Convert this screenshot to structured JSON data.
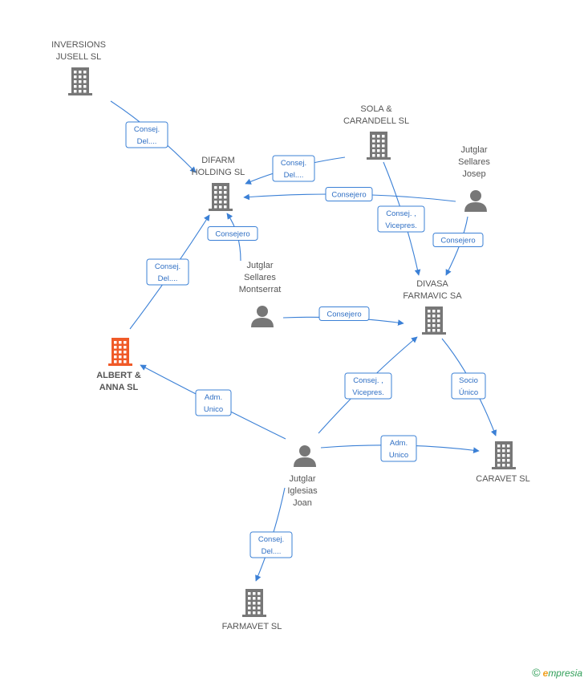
{
  "nodes": [
    {
      "id": "inversions",
      "type": "company",
      "label": [
        "INVERSIONS",
        "JUSELL SL"
      ],
      "focus": false
    },
    {
      "id": "sola",
      "type": "company",
      "label": [
        "SOLA &",
        "CARANDELL  SL"
      ],
      "focus": false
    },
    {
      "id": "difarm",
      "type": "company",
      "label": [
        "DIFARM",
        "HOLDING SL"
      ],
      "focus": false
    },
    {
      "id": "josep",
      "type": "person",
      "label": [
        "Jutglar",
        "Sellares",
        "Josep"
      ],
      "focus": false
    },
    {
      "id": "montserrat",
      "type": "person",
      "label": [
        "Jutglar",
        "Sellares",
        "Montserrat"
      ],
      "focus": false
    },
    {
      "id": "divasa",
      "type": "company",
      "label": [
        "DIVASA",
        "FARMAVIC SA"
      ],
      "focus": false
    },
    {
      "id": "albert",
      "type": "company",
      "label": [
        "ALBERT &",
        "ANNA SL"
      ],
      "focus": true
    },
    {
      "id": "joan",
      "type": "person",
      "label": [
        "Jutglar",
        "Iglesias",
        "Joan"
      ],
      "focus": false
    },
    {
      "id": "caravet",
      "type": "company",
      "label": [
        "CARAVET SL"
      ],
      "focus": false
    },
    {
      "id": "farmavet",
      "type": "company",
      "label": [
        "FARMAVET SL"
      ],
      "focus": false
    }
  ],
  "edges": [
    {
      "from": "inversions",
      "to": "difarm",
      "label": [
        "Consej.",
        "Del...."
      ]
    },
    {
      "from": "sola",
      "to": "difarm",
      "label": [
        "Consej.",
        "Del...."
      ]
    },
    {
      "from": "josep",
      "to": "difarm",
      "label": [
        "Consejero"
      ]
    },
    {
      "from": "montserrat",
      "to": "difarm",
      "label": [
        "Consejero"
      ]
    },
    {
      "from": "sola",
      "to": "divasa",
      "label": [
        "Consej. ,",
        "Vicepres."
      ]
    },
    {
      "from": "josep",
      "to": "divasa",
      "label": [
        "Consejero"
      ]
    },
    {
      "from": "montserrat",
      "to": "divasa",
      "label": [
        "Consejero"
      ]
    },
    {
      "from": "albert",
      "to": "difarm",
      "label": [
        "Consej.",
        "Del...."
      ]
    },
    {
      "from": "joan",
      "to": "albert",
      "label": [
        "Adm.",
        "Unico"
      ]
    },
    {
      "from": "joan",
      "to": "divasa",
      "label": [
        "Consej. ,",
        "Vicepres."
      ]
    },
    {
      "from": "divasa",
      "to": "caravet",
      "label": [
        "Socio",
        "Único"
      ]
    },
    {
      "from": "joan",
      "to": "caravet",
      "label": [
        "Adm.",
        "Unico"
      ]
    },
    {
      "from": "joan",
      "to": "farmavet",
      "label": [
        "Consej.",
        "Del...."
      ]
    }
  ],
  "brand": {
    "copyright": "©",
    "first_letter": "e",
    "rest": "mpresia"
  },
  "colors": {
    "edge": "#3b80d6",
    "node": "#777777",
    "focus_node": "#f05a28"
  }
}
